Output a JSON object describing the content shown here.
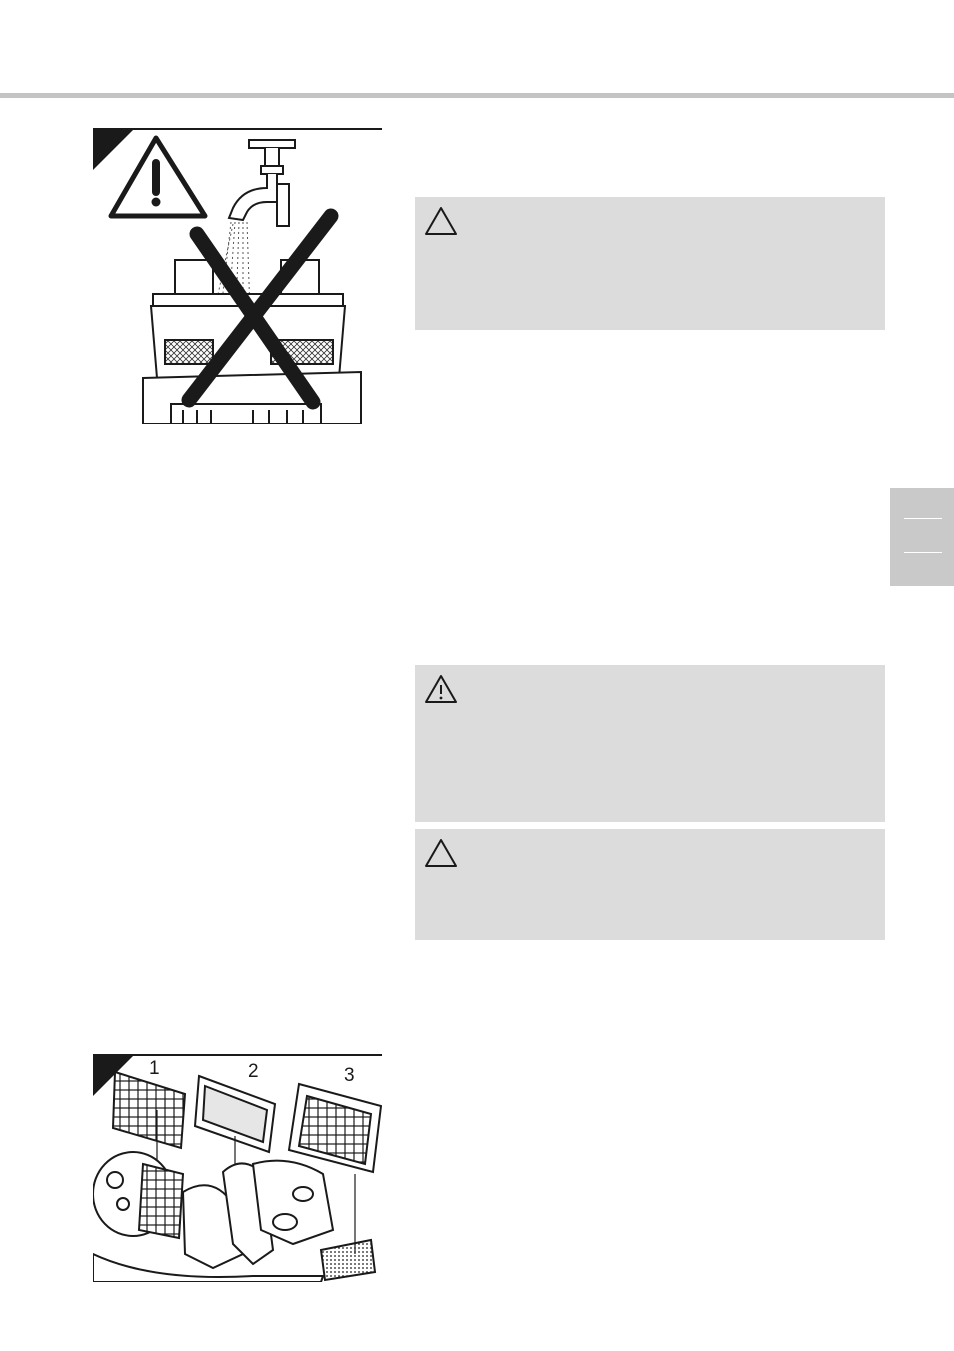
{
  "figure_bottom": {
    "callouts": [
      "1",
      "2",
      "3"
    ]
  }
}
